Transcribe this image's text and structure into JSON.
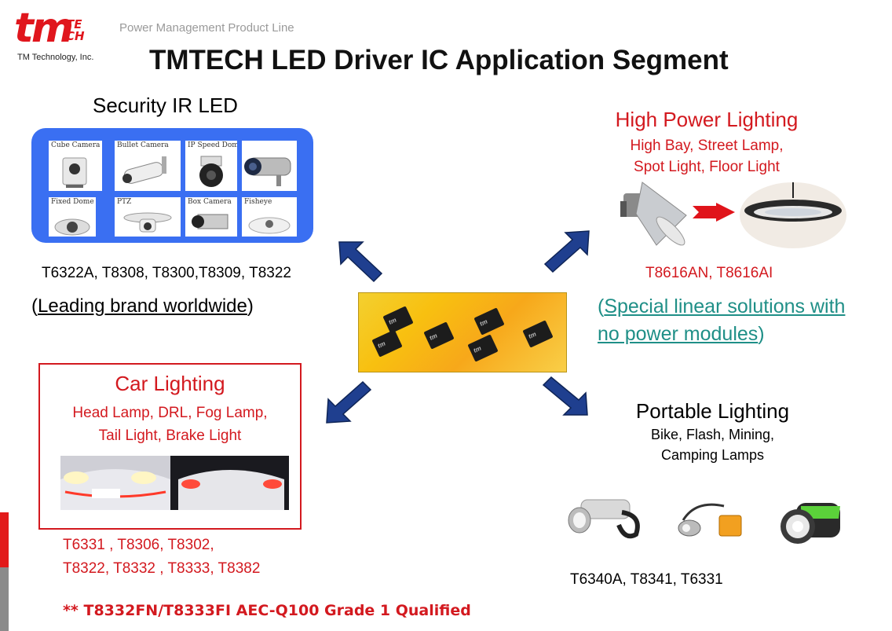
{
  "header": {
    "logo_mark": "tm",
    "logo_tech": "TE\nCH",
    "company": "TM Technology, Inc.",
    "product_line": "Power Management Product Line",
    "title": "TMTECH LED Driver IC Application Segment"
  },
  "security": {
    "title": "Security IR LED",
    "cameras": [
      "Cube Camera",
      "Bullet Camera",
      "IP Speed Dome",
      "",
      "Fixed Dome",
      "PTZ",
      "Box Camera",
      "Fisheye"
    ],
    "parts": "T6322A, T8308, T8300,T8309, T8322",
    "tagline_open": "(",
    "tagline_text": "Leading brand worldwide",
    "tagline_close": ")"
  },
  "chips": {
    "marking": "tm"
  },
  "high_power": {
    "title": "High Power Lighting",
    "subtitle_line1": "High Bay, Street Lamp,",
    "subtitle_line2": "Spot Light, Floor Light",
    "parts": "T8616AN, T8616AI",
    "note_open": "(",
    "note_line1": "Special linear solutions with",
    "note_line2": "no power modules",
    "note_close": ")"
  },
  "car": {
    "title": "Car Lighting",
    "subtitle_line1": "Head Lamp, DRL, Fog Lamp,",
    "subtitle_line2": "Tail Light, Brake Light",
    "parts_line1": "T6331 , T8306, T8302,",
    "parts_line2": "T8322, T8332 , T8333, T8382",
    "qualification": "** T8332FN/T8333FI AEC-Q100 Grade 1 Qualified"
  },
  "portable": {
    "title": "Portable Lighting",
    "subtitle_line1": "Bike, Flash, Mining,",
    "subtitle_line2": "Camping Lamps",
    "parts": "T6340A, T8341, T6331"
  },
  "colors": {
    "brand_red": "#e0161d",
    "text_red": "#d3191f",
    "arrow_blue": "#1f3f8f",
    "panel_blue": "#3a6ff2",
    "teal_link": "#1f8f87"
  },
  "icons": [
    "arrow-up-left-icon",
    "arrow-up-right-icon",
    "arrow-down-left-icon",
    "arrow-down-right-icon",
    "red-right-arrow-icon"
  ]
}
